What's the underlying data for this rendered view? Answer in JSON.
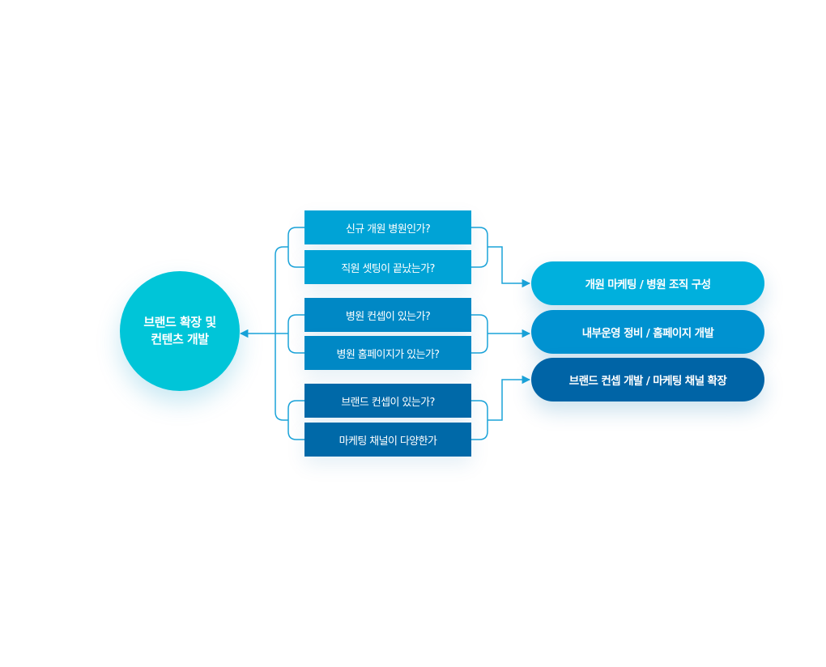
{
  "center": {
    "label": "브랜드 확장 및\n컨텐츠 개발",
    "color": "#00c5d8"
  },
  "questions": [
    {
      "label": "신규 개원 병원인가?",
      "color": "#00a3d6"
    },
    {
      "label": "직원 셋팅이 끝났는가?",
      "color": "#00a3d6"
    },
    {
      "label": "병원 컨셉이 있는가?",
      "color": "#0088c5"
    },
    {
      "label": "병원 홈페이지가 있는가?",
      "color": "#0088c5"
    },
    {
      "label": "브랜드 컨셉이 있는가?",
      "color": "#0069a8"
    },
    {
      "label": "마케팅 채널이 다양한가",
      "color": "#0069a8"
    }
  ],
  "results": [
    {
      "label": "개원 마케팅 / 병원 조직 구성",
      "color": "#00b0dd"
    },
    {
      "label": "내부운영 정비 / 홈페이지 개발",
      "color": "#0092d0"
    },
    {
      "label": "브랜드 컨셉 개발 / 마케팅 채널 확장",
      "color": "#0064a6"
    }
  ],
  "connector_color": "#1aa3d9"
}
